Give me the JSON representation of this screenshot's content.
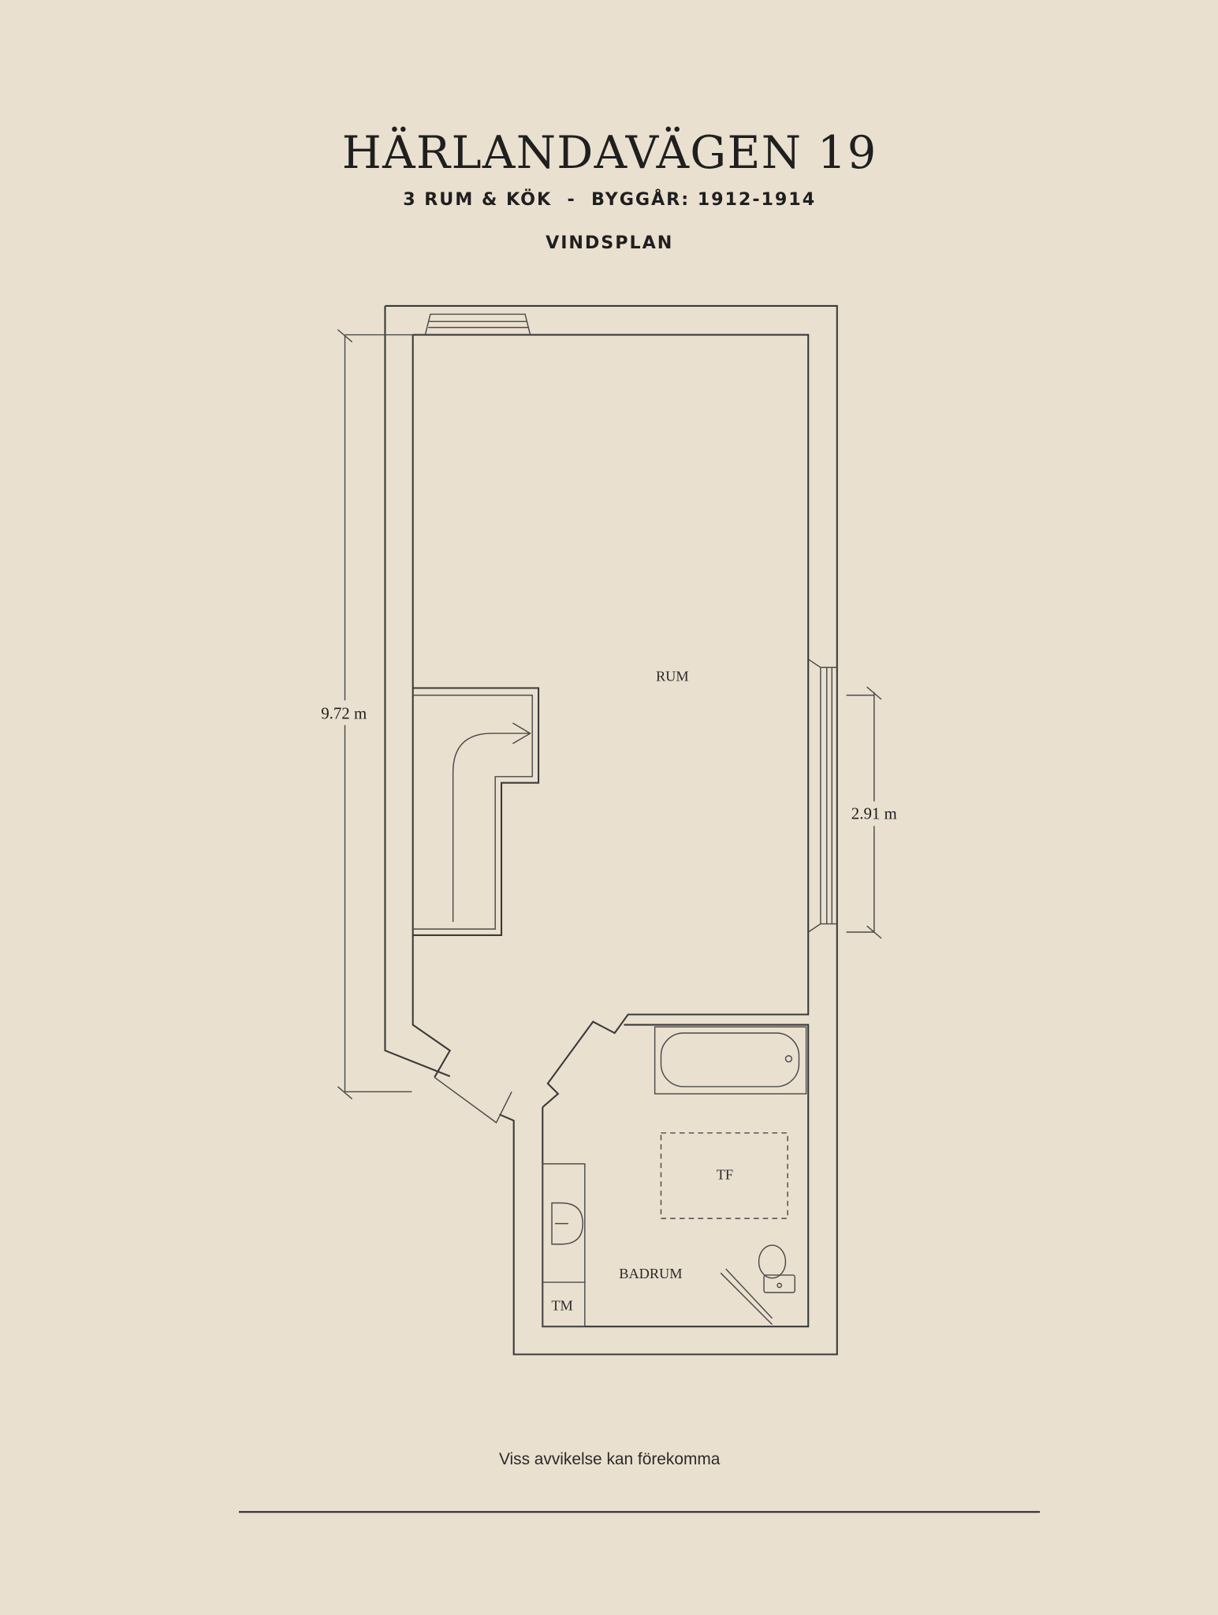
{
  "header": {
    "title": "HÄRLANDAVÄGEN 19",
    "subtitle": "3 RUM & KÖK  -  BYGGÅR: 1912-1914",
    "level": "VINDSPLAN"
  },
  "plan": {
    "rooms": {
      "main": "RUM",
      "bathroom": "BADRUM",
      "tf": "TF",
      "tm": "TM"
    },
    "dimensions": {
      "length": "9.72 m",
      "window": "2.91 m"
    }
  },
  "footer": {
    "disclaimer": "Viss avvikelse kan förekomma"
  },
  "colors": {
    "background": "#e9e0cf",
    "ink": "#3a3a3a"
  }
}
